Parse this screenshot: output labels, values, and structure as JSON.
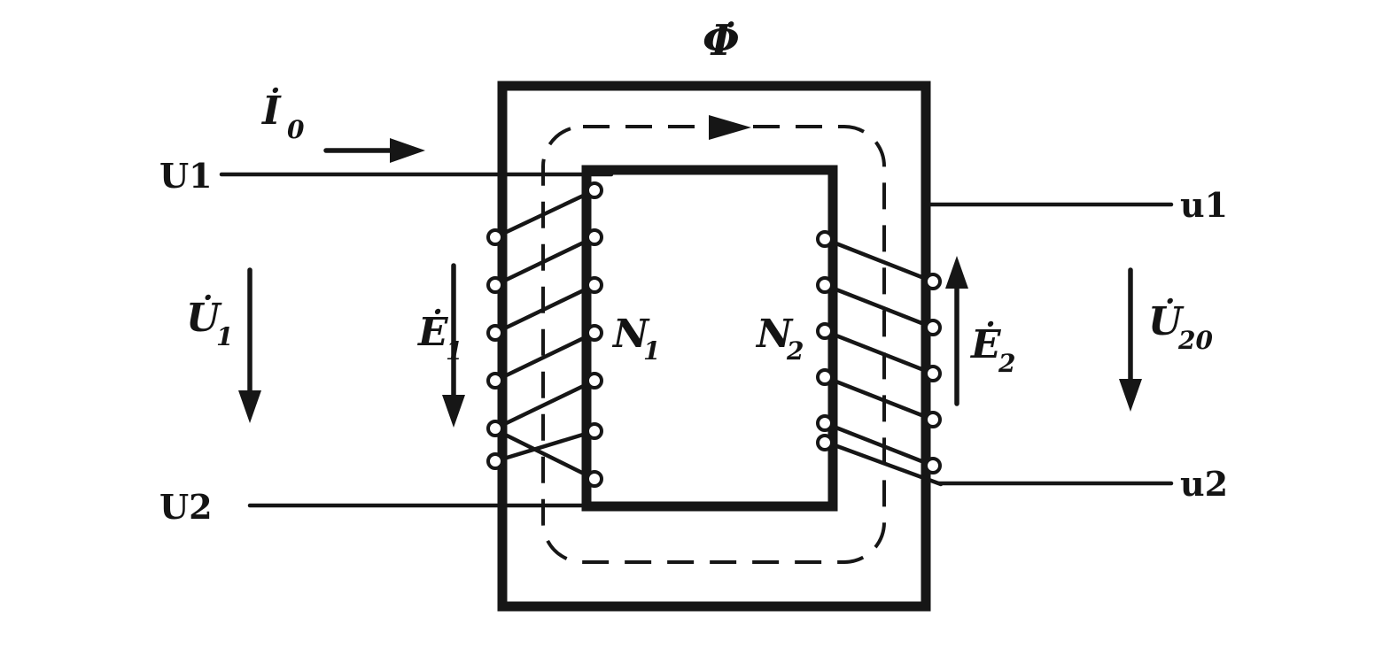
{
  "diagram": {
    "colors": {
      "ink": "#161616",
      "background": "#ffffff"
    },
    "labels": {
      "flux": {
        "main": "Φ̇"
      },
      "i0": {
        "main": "İ",
        "sub": "0"
      },
      "u1_phasor": {
        "main": "U̇",
        "sub": "1"
      },
      "e1": {
        "main": "Ė",
        "sub": "1"
      },
      "n1": {
        "main": "N",
        "sub": "1"
      },
      "n2": {
        "main": "N",
        "sub": "2"
      },
      "e2": {
        "main": "Ė",
        "sub": "2"
      },
      "u20": {
        "main": "U̇",
        "sub": "20"
      },
      "terminal_U1": "U1",
      "terminal_U2": "U2",
      "terminal_u1": "u1",
      "terminal_u2": "u2"
    }
  }
}
